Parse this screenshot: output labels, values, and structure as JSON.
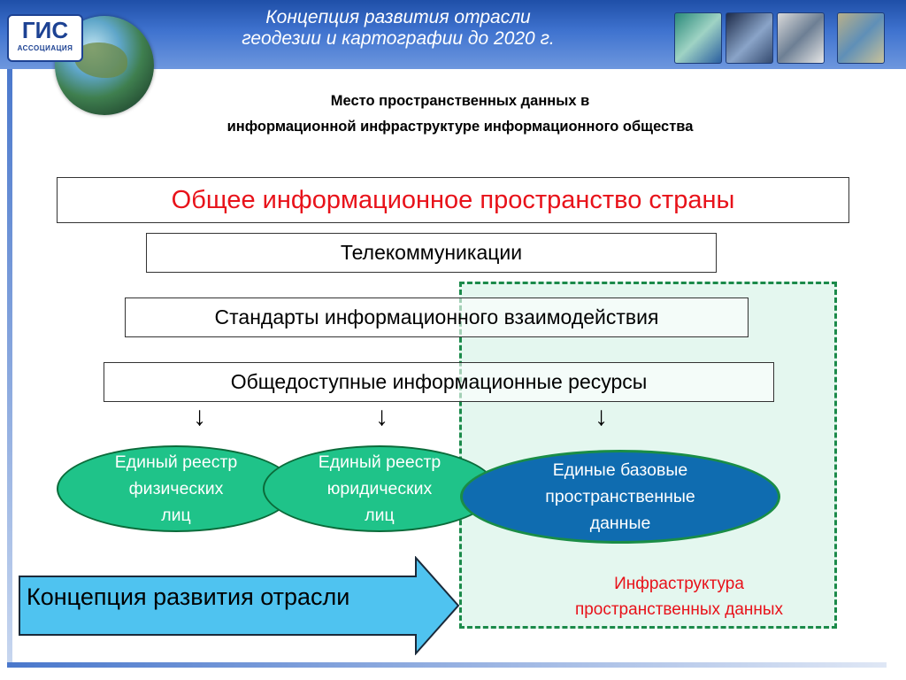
{
  "header": {
    "title_line1": "Концепция развития отрасли",
    "title_line2": "геодезии и картографии до 2020 г.",
    "logo_main": "ГИС",
    "logo_sub": "АССОЦИАЦИЯ"
  },
  "subtitle": {
    "line1": "Место пространственных данных в",
    "line2": "информационной инфраструктуре информационного общества"
  },
  "boxes": {
    "main": "Общее информационное пространство страны",
    "telecom": "Телекоммуникации",
    "standards": "Стандарты информационного взаимодействия",
    "public_resources": "Общедоступные информационные ресурсы"
  },
  "arrows": [
    "↓",
    "↓",
    "↓"
  ],
  "ellipses": [
    {
      "line1": "Единый реестр",
      "line2": "физических",
      "line3": "лиц"
    },
    {
      "line1": "Единый реестр",
      "line2": "юридических",
      "line3": "лиц"
    },
    {
      "line1": "Единые базовые",
      "line2": "пространственные",
      "line3": "данные"
    }
  ],
  "infrastructure": {
    "line1": "Инфраструктура",
    "line2": "пространственных данных"
  },
  "concept_arrow": "Концепция развития отрасли",
  "colors": {
    "header_blue": "#3f73cf",
    "accent_red": "#e8121a",
    "ellipse_green": "#1fc389",
    "ellipse_blue": "#0f6cb0",
    "region_green": "#e4f7ef",
    "arrow_cyan": "#4fc3f0"
  }
}
